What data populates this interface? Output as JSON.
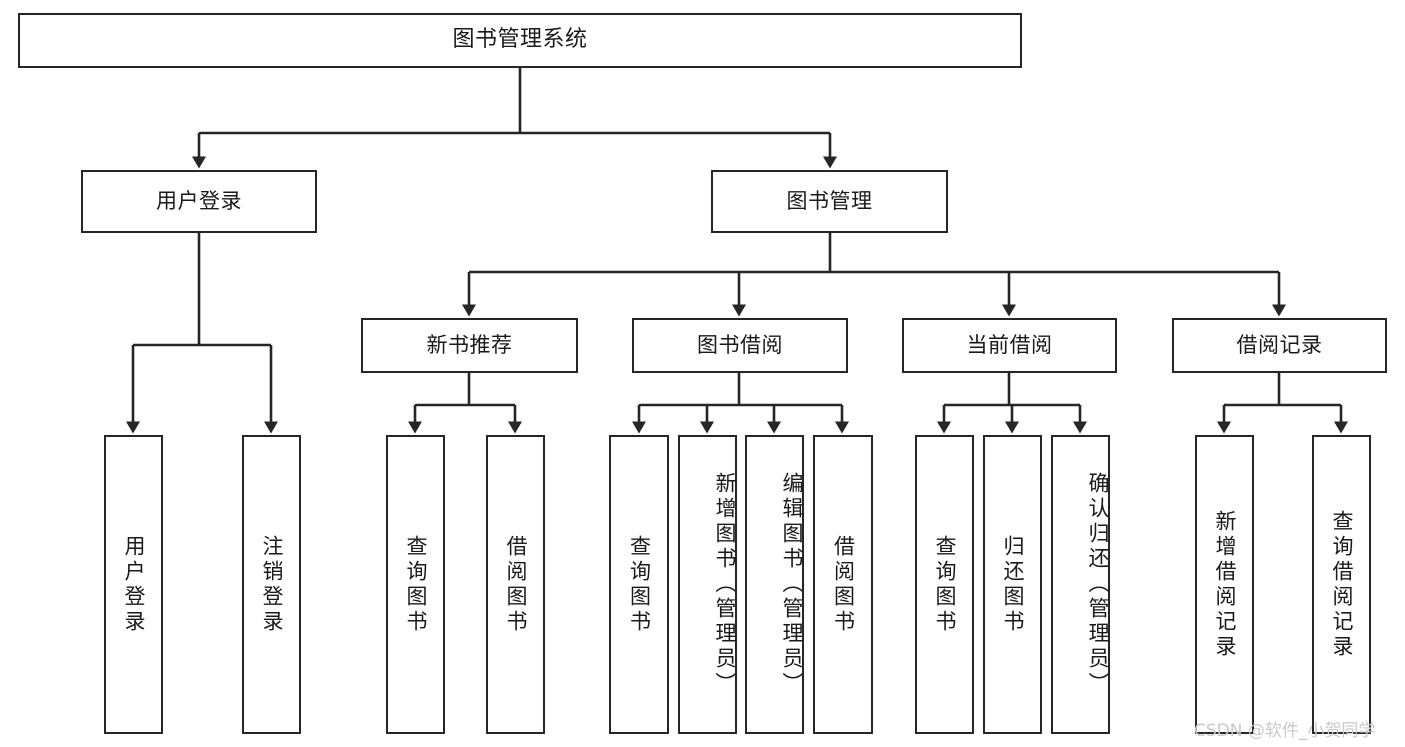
{
  "diagram": {
    "title": "图书管理系统",
    "watermark": "CSDN @软件_小贺同学",
    "colors": {
      "stroke": "#262626",
      "box_fill": "#ffffff",
      "text": "#1a1a1a",
      "background": "#ffffff",
      "watermark": "#c9c9c9"
    },
    "levels": {
      "root": "图书管理系统",
      "level2": [
        "用户登录",
        "图书管理"
      ],
      "level3": [
        "新书推荐",
        "图书借阅",
        "当前借阅",
        "借阅记录"
      ]
    },
    "nodes": {
      "root": {
        "label": "图书管理系统"
      },
      "user_login": {
        "label": "用户登录"
      },
      "book_manage": {
        "label": "图书管理"
      },
      "new_book_rec": {
        "label": "新书推荐"
      },
      "book_borrow": {
        "label": "图书借阅"
      },
      "current_borrow": {
        "label": "当前借阅"
      },
      "borrow_record": {
        "label": "借阅记录"
      },
      "leaf_user_login": {
        "label": "用户登录"
      },
      "leaf_logout": {
        "label": "注销登录"
      },
      "leaf_query_book_1": {
        "label": "查询图书"
      },
      "leaf_borrow_book_1": {
        "label": "借阅图书"
      },
      "leaf_query_book_2": {
        "label": "查询图书"
      },
      "leaf_add_book_admin": {
        "label": "新增图书（管理员）"
      },
      "leaf_edit_book_admin": {
        "label": "编辑图书（管理员）"
      },
      "leaf_borrow_book_2": {
        "label": "借阅图书"
      },
      "leaf_query_book_3": {
        "label": "查询图书"
      },
      "leaf_return_book": {
        "label": "归还图书"
      },
      "leaf_confirm_return_admin": {
        "label": "确认归还（管理员）"
      },
      "leaf_add_borrow_record": {
        "label": "新增借阅记录"
      },
      "leaf_query_borrow_record": {
        "label": "查询借阅记录"
      }
    },
    "tree": {
      "label": "图书管理系统",
      "children": [
        {
          "label": "用户登录",
          "children": [
            {
              "label": "用户登录"
            },
            {
              "label": "注销登录"
            }
          ]
        },
        {
          "label": "图书管理",
          "children": [
            {
              "label": "新书推荐",
              "children": [
                {
                  "label": "查询图书"
                },
                {
                  "label": "借阅图书"
                }
              ]
            },
            {
              "label": "图书借阅",
              "children": [
                {
                  "label": "查询图书"
                },
                {
                  "label": "新增图书（管理员）"
                },
                {
                  "label": "编辑图书（管理员）"
                },
                {
                  "label": "借阅图书"
                }
              ]
            },
            {
              "label": "当前借阅",
              "children": [
                {
                  "label": "查询图书"
                },
                {
                  "label": "归还图书"
                },
                {
                  "label": "确认归还（管理员）"
                }
              ]
            },
            {
              "label": "借阅记录",
              "children": [
                {
                  "label": "新增借阅记录"
                },
                {
                  "label": "查询借阅记录"
                }
              ]
            }
          ]
        }
      ]
    }
  }
}
